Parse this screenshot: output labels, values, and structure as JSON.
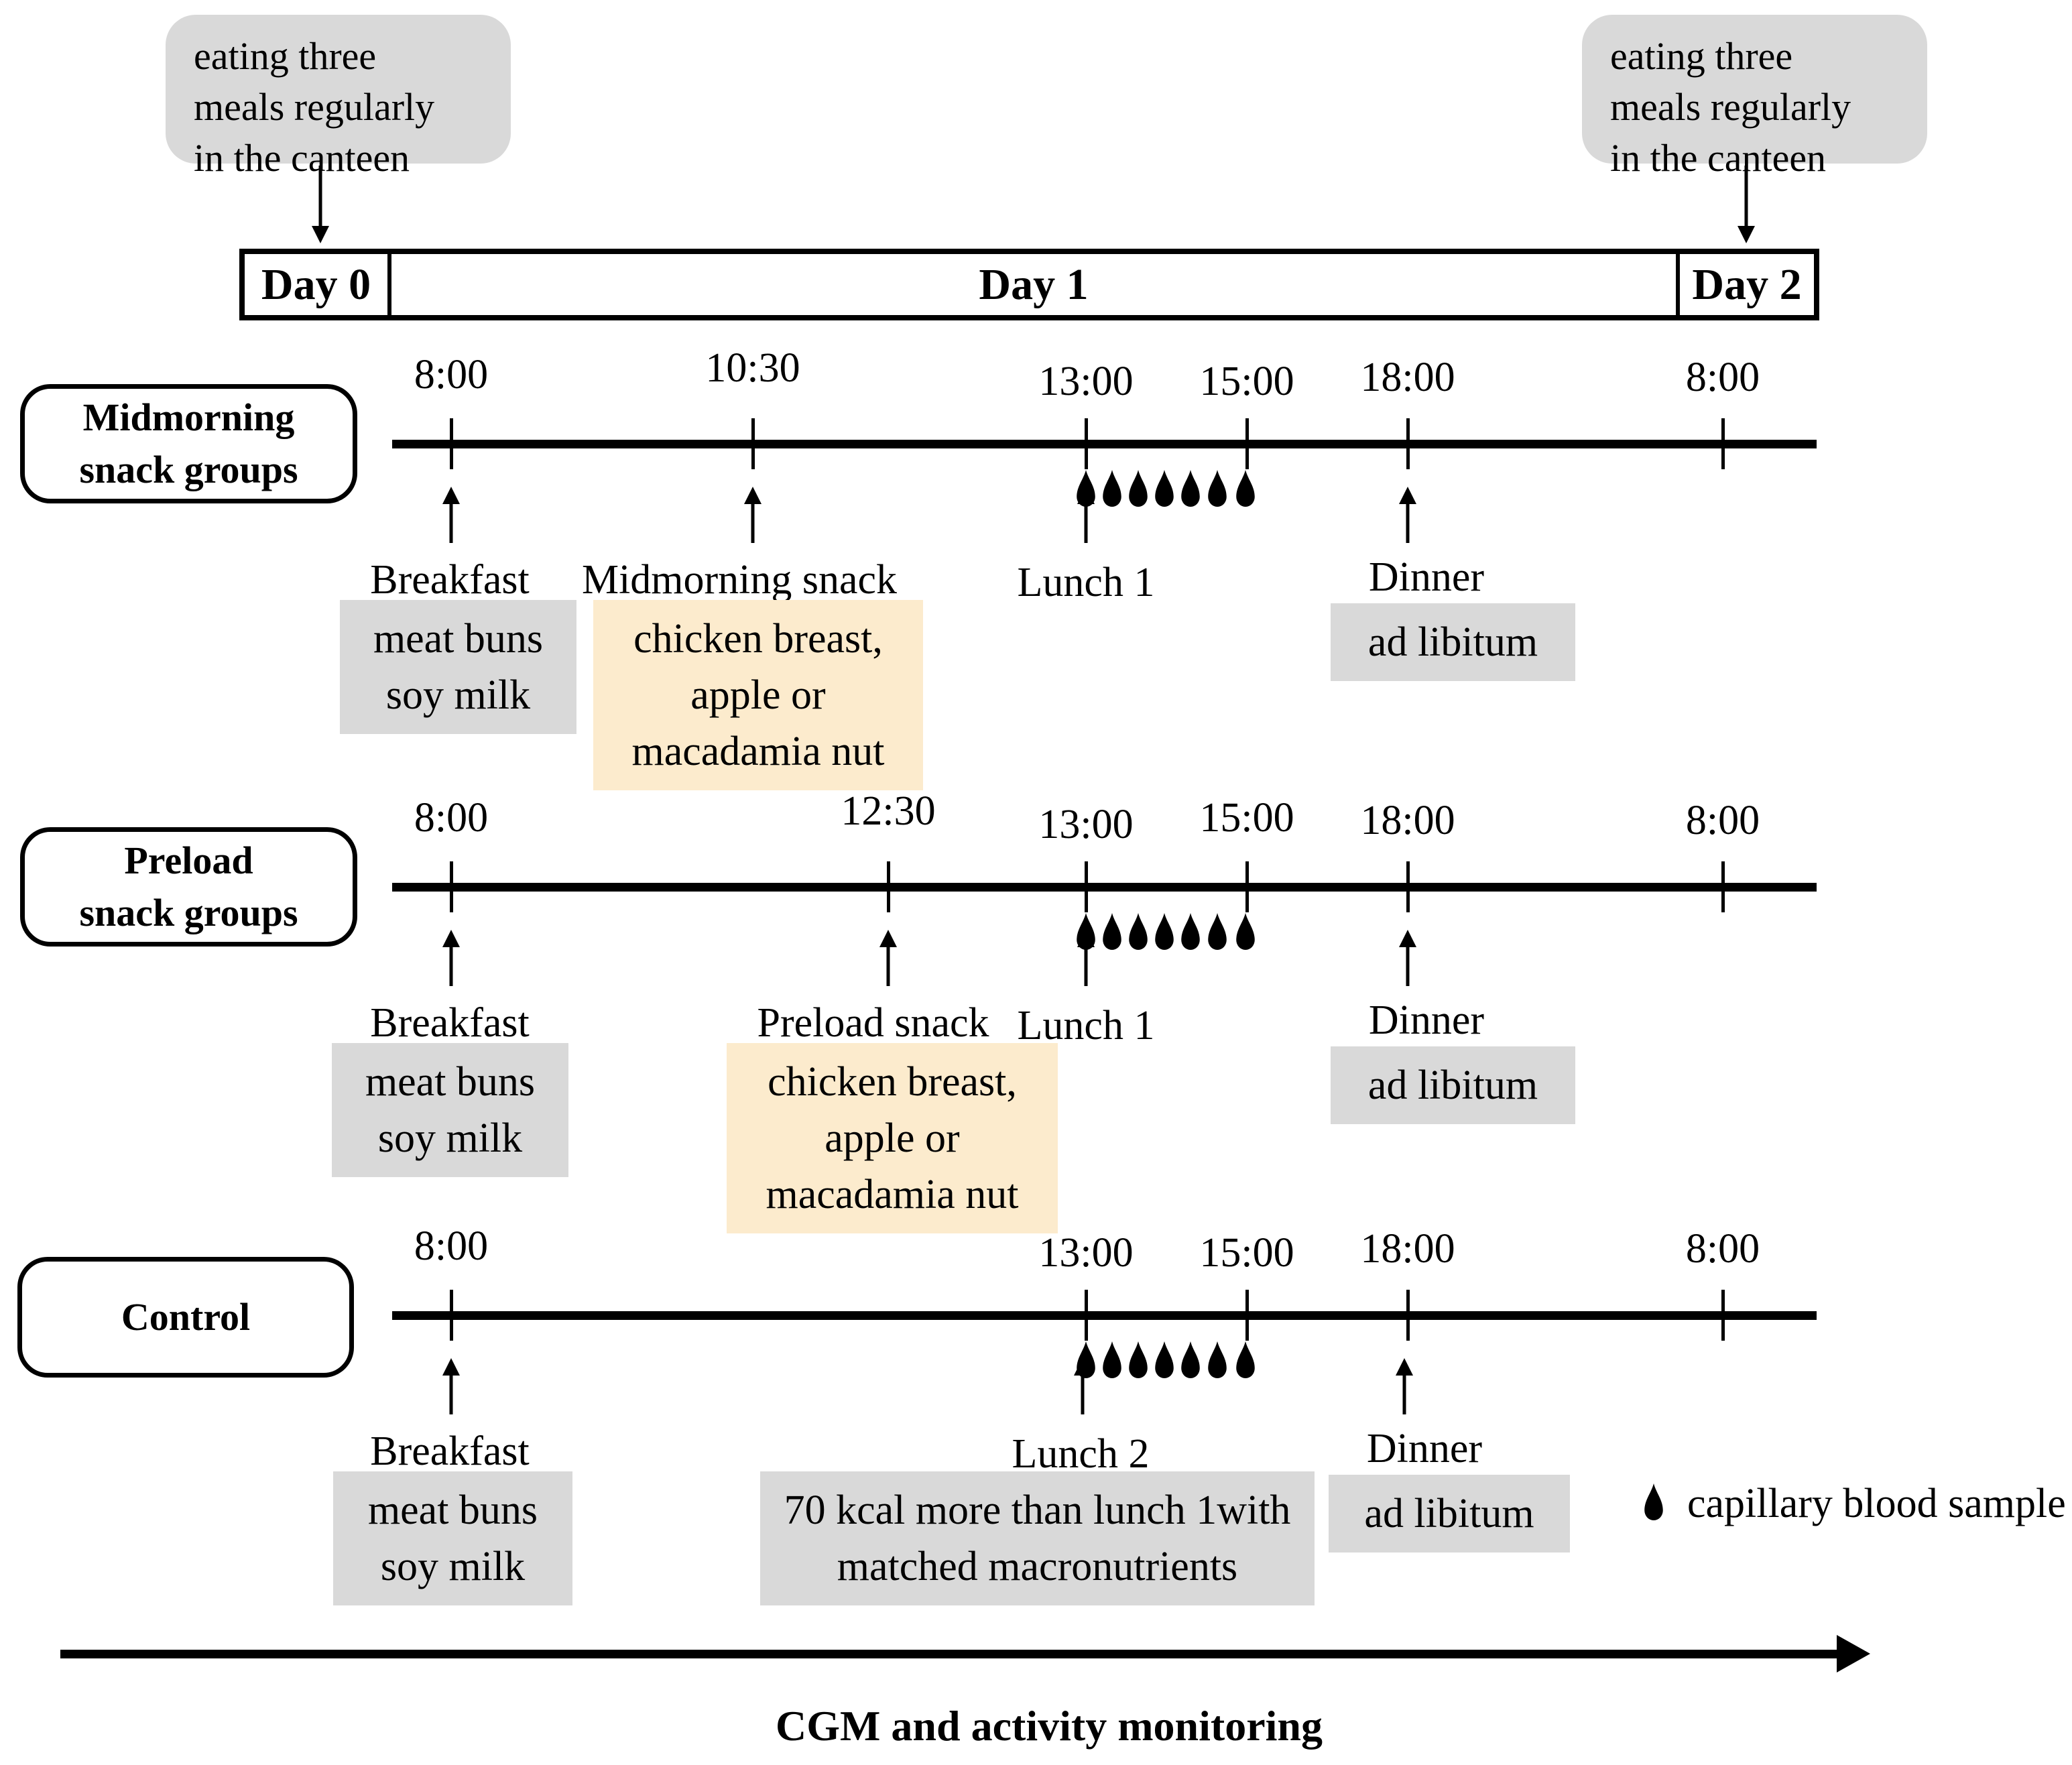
{
  "notes": {
    "left": [
      "eating three",
      "meals regularly",
      "in the canteen"
    ],
    "right": [
      "eating three",
      "meals regularly",
      "in the canteen"
    ]
  },
  "day_bar": [
    "Day 0",
    "Day 1",
    "Day 2"
  ],
  "groups": [
    {
      "name": [
        "Midmorning",
        "snack groups"
      ],
      "times": [
        "8:00",
        "10:30",
        "13:00",
        "15:00",
        "18:00",
        "8:00"
      ],
      "breakfast": {
        "label": "Breakfast",
        "box": [
          "meat buns",
          "soy milk"
        ]
      },
      "snack": {
        "label": "Midmorning snack",
        "box": [
          "chicken breast,",
          "apple or",
          "macadamia nut"
        ]
      },
      "lunch": {
        "label": "Lunch 1"
      },
      "dinner": {
        "label": "Dinner",
        "box": "ad libitum"
      }
    },
    {
      "name": [
        "Preload",
        "snack groups"
      ],
      "times": [
        "8:00",
        "12:30",
        "13:00",
        "15:00",
        "18:00",
        "8:00"
      ],
      "breakfast": {
        "label": "Breakfast",
        "box": [
          "meat buns",
          "soy milk"
        ]
      },
      "snack": {
        "label": "Preload snack",
        "box": [
          "chicken breast,",
          "apple or",
          "macadamia nut"
        ]
      },
      "lunch": {
        "label": "Lunch 1"
      },
      "dinner": {
        "label": "Dinner",
        "box": "ad libitum"
      }
    },
    {
      "name": [
        "Control"
      ],
      "times": [
        "8:00",
        "13:00",
        "15:00",
        "18:00",
        "8:00"
      ],
      "breakfast": {
        "label": "Breakfast",
        "box": [
          "meat buns",
          "soy milk"
        ]
      },
      "lunch": {
        "label": "Lunch 2",
        "box": [
          "70 kcal more than lunch 1with",
          "matched macronutrients"
        ]
      },
      "dinner": {
        "label": "Dinner",
        "box": "ad libitum"
      }
    }
  ],
  "legend": {
    "label": "capillary blood sample"
  },
  "footer": {
    "label": "CGM and activity monitoring"
  },
  "colors": {
    "gray_box": "#d9d9d9",
    "cream_box": "#fcebcd",
    "line": "#000000"
  }
}
